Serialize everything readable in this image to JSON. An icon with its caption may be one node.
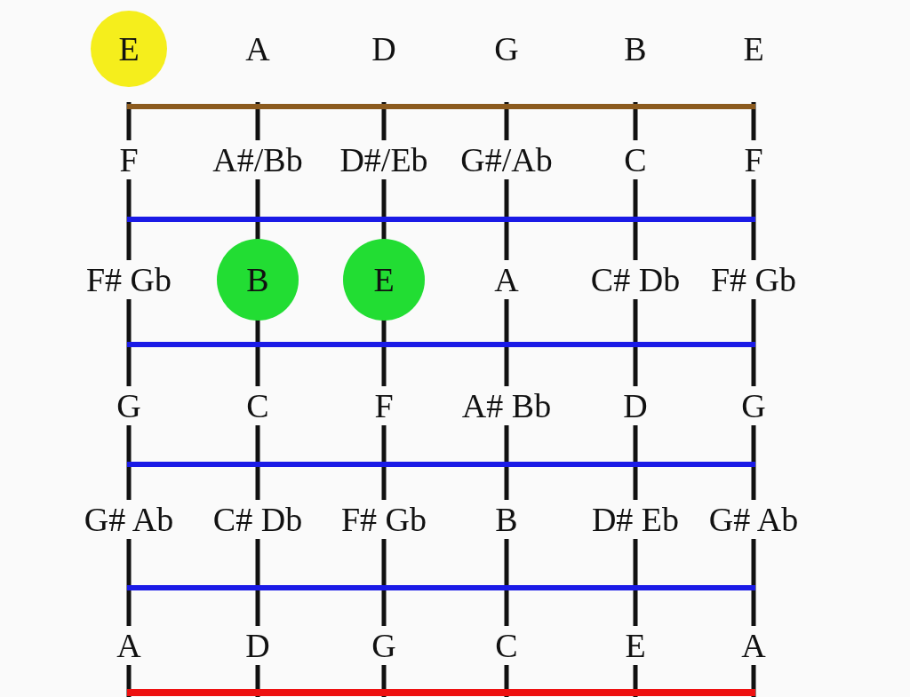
{
  "diagram": {
    "nodes": [
      {
        "text": [
          "E"
        ]
      },
      {
        "text": [
          "B"
        ]
      },
      {
        "text": [
          "E"
        ]
      }
    ],
    "labels": [
      "A",
      "D",
      "G",
      "B",
      "E",
      "F",
      "A#/Bb",
      "D#/Eb",
      "G#/Ab",
      "C",
      "F",
      "F# Gb",
      "A",
      "C# Db",
      "F# Gb",
      "G",
      "C",
      "F",
      "A# Bb",
      "D",
      "G",
      "G# Ab",
      "C# Db",
      "F# Gb",
      "B",
      "D# Eb",
      "G# Ab",
      "A",
      "D",
      "G",
      "C",
      "E",
      "A"
    ]
  }
}
